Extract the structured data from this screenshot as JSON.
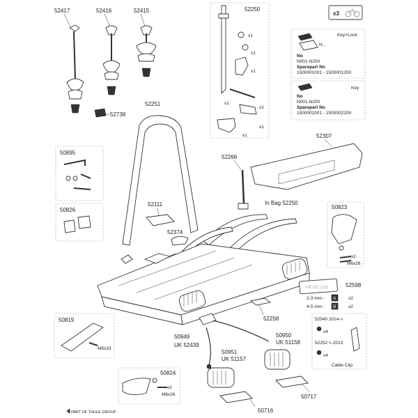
{
  "parts": {
    "p52417": "52417",
    "p52416": "52416",
    "p52415": "52415",
    "p52738": "52738",
    "p52250_top": "52250",
    "p52251": "52251",
    "p50895": "50895",
    "p52266": "52266",
    "p52307": "52307",
    "p52111": "52111",
    "p50826": "50826",
    "p52374": "52374",
    "p50823": "50823",
    "p52598": "52598",
    "p52258": "52258",
    "p50819": "50819",
    "p50949": "50949",
    "p50950": "50950",
    "p50951": "50951",
    "p50824": "50824",
    "p50716": "50716",
    "p50717": "50717"
  },
  "in_bag": "In Bag 52250",
  "uk_52439": "UK 52439",
  "uk_51158": "UK 51158",
  "uk_51157": "UK 51157",
  "bike_count": "x3",
  "x1": "x1",
  "x2": "x2",
  "x4": "x4",
  "key_lock_box": {
    "title": "Key+Lock",
    "n_range_short": "N...",
    "no_label": "No",
    "no_value": "N001-N200",
    "sparepart_label": "Sparepart No",
    "sparepart_value": "1500001001 - 1500001200"
  },
  "key_box": {
    "title": "Key",
    "no_label": "No",
    "no_value": "N001-N200",
    "sparepart_label": "Sparepart No",
    "sparepart_value": "1500002001 - 1500002200"
  },
  "plate_text": "AB CD 123",
  "plate_sizes": {
    "row1": "2-3 mm -",
    "row1_key": "A",
    "row2": "4-5 mm -",
    "row2_key": "B"
  },
  "screw_m6x26_a": "M6x26",
  "screw_m6x33": "M6x33",
  "screw_m6x26_b": "M6x26",
  "cable_clip": {
    "line1": "52540 2014->",
    "line2": "52252 <-2013",
    "caption": "Cable Clip"
  },
  "footer": "PART OF THULE GROUP"
}
